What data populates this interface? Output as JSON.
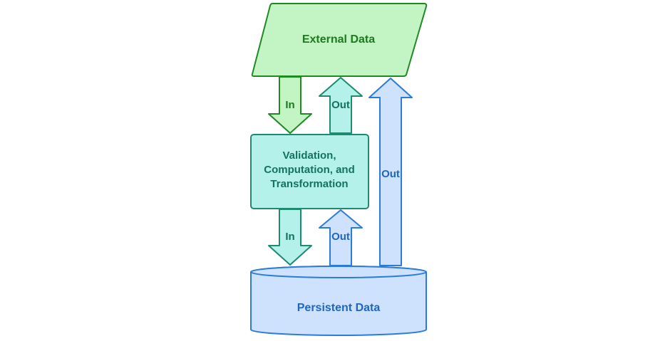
{
  "diagram": {
    "nodes": {
      "external": {
        "label": "External Data"
      },
      "process": {
        "lines": [
          "Validation,",
          "Computation, and",
          "Transformation"
        ]
      },
      "persistent": {
        "label": "Persistent Data"
      }
    },
    "arrows": {
      "ext_to_proc_in": {
        "label": "In"
      },
      "proc_to_ext_out": {
        "label": "Out"
      },
      "persist_to_ext_out": {
        "label": "Out"
      },
      "proc_to_persist_in": {
        "label": "In"
      },
      "persist_to_proc_out": {
        "label": "Out"
      }
    },
    "colors": {
      "green_fill": "#c2f4c4",
      "green_stroke": "#1f8a24",
      "green_text": "#1c7a1f",
      "teal_fill": "#b3f1ea",
      "teal_stroke": "#1f8a70",
      "teal_text": "#14735e",
      "blue_fill": "#cfe2fd",
      "blue_stroke": "#2b7bd8",
      "blue_text": "#1f66c2"
    }
  }
}
